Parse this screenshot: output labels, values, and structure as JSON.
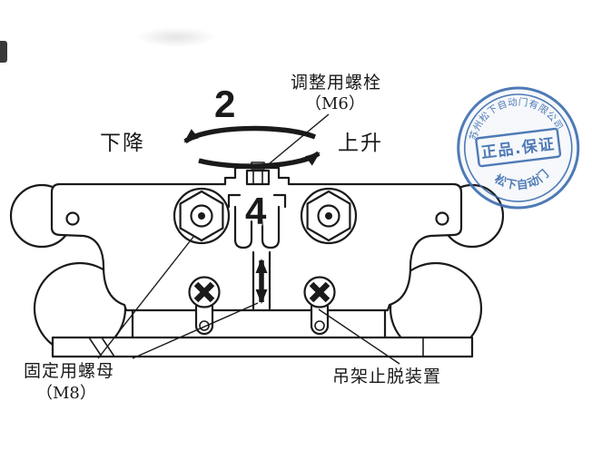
{
  "page": {
    "background": "#ffffff"
  },
  "labels": {
    "step_rotate": "2",
    "step_move": "4",
    "adjust_bolt": "调整用螺栓",
    "adjust_bolt_size": "（M6）",
    "direction_down": "下降",
    "direction_up": "上升",
    "fixing_nut": "固定用螺母",
    "fixing_nut_size": "（M8）",
    "anti_drop": "吊架止脱装置"
  },
  "stamp": {
    "arc_top_text": "苏州松下自动门有限公司",
    "center_text": "正品.保证",
    "arc_bottom_text": "松下自动门",
    "color": "#3f6fb0"
  },
  "colors": {
    "line": "#1a1a1a"
  }
}
